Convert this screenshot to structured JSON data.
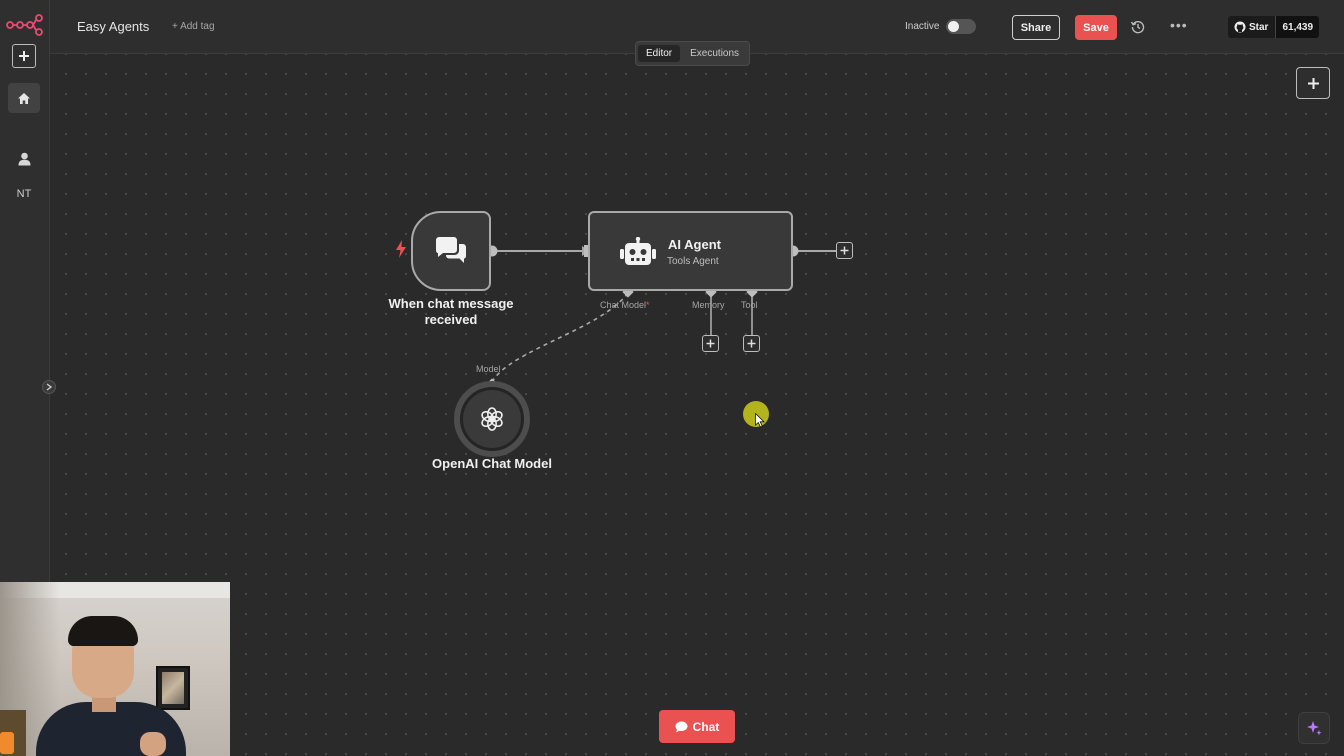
{
  "app": {
    "brand_icon": "n8n-logo"
  },
  "sidebar": {
    "items": [
      {
        "icon": "plus-icon"
      },
      {
        "icon": "home-icon"
      },
      {
        "icon": "user-icon"
      }
    ],
    "user_initials": "NT"
  },
  "header": {
    "workflow_name": "Easy Agents",
    "add_tag": "+ Add tag",
    "active_label": "Inactive",
    "active": false,
    "share_label": "Share",
    "save_label": "Save",
    "github": {
      "star_label": "Star",
      "count": "61,439"
    }
  },
  "tabs": [
    {
      "label": "Editor",
      "active": true
    },
    {
      "label": "Executions",
      "active": false
    }
  ],
  "nodes": {
    "trigger": {
      "label": "When chat message received",
      "icon": "chat-bubbles-icon"
    },
    "agent": {
      "title": "AI Agent",
      "subtitle": "Tools Agent",
      "icon": "robot-icon",
      "ports": {
        "chat_model": "Chat Model",
        "chat_model_required": "*",
        "memory": "Memory",
        "tool": "Tool"
      }
    },
    "openai": {
      "label": "OpenAI Chat Model",
      "port": "Model",
      "icon": "openai-icon"
    }
  },
  "bottom": {
    "chat_label": "Chat"
  },
  "colors": {
    "accent": "#ea5151",
    "canvas_bg": "#2a2a2a",
    "node_border": "#a9a9a9",
    "cursor_highlight": "#bfbf1a"
  }
}
